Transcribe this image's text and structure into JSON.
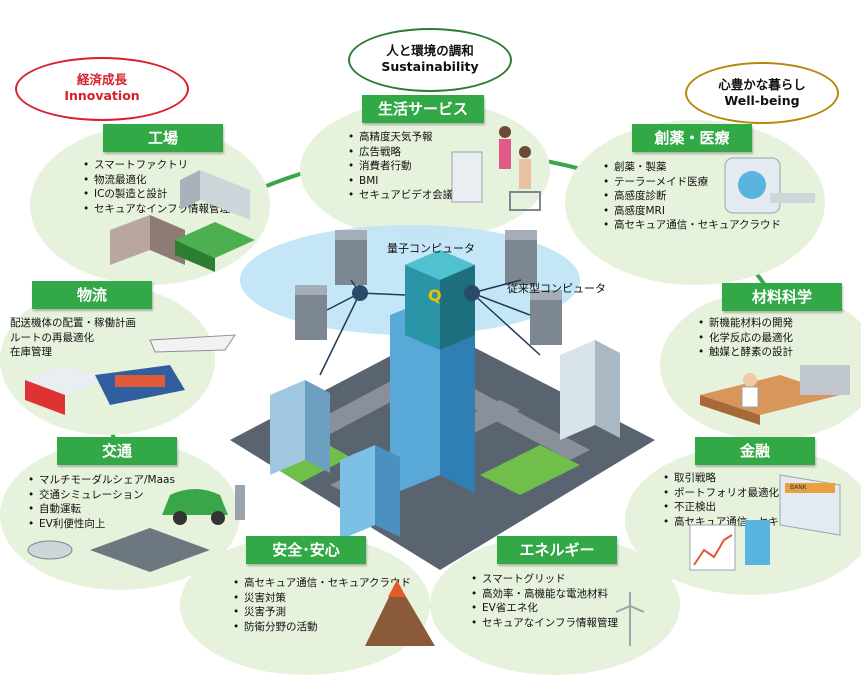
{
  "values": {
    "innovation": {
      "jp": "経済成長",
      "en": "Innovation",
      "color": "#d8202a"
    },
    "sustainability": {
      "jp": "人と環境の調和",
      "en": "Sustainability",
      "color": "#2e7d32"
    },
    "wellbeing": {
      "jp": "心豊かな暮らし",
      "en": "Well-being",
      "color": "#b8860b"
    }
  },
  "center": {
    "quantum_label": "量子コンピュータ",
    "classical_label": "従来型コンピュータ",
    "q_letter": "Q"
  },
  "sections": {
    "factory": {
      "title": "工場",
      "items": [
        "スマートファクトリ",
        "物流最適化",
        "ICの製造と設計",
        "セキュアなインフラ情報管理"
      ]
    },
    "life": {
      "title": "生活サービス",
      "items": [
        "高精度天気予報",
        "広告戦略",
        "消費者行動",
        "BMI",
        "セキュアビデオ会議"
      ]
    },
    "drug": {
      "title": "創薬・医療",
      "items": [
        "創薬・製薬",
        "テーラーメイド医療",
        "高感度診断",
        "高感度MRI",
        "高セキュア通信・セキュアクラウド"
      ]
    },
    "logistics": {
      "title": "物流",
      "items": [
        "配送機体の配置・稼働計画",
        "ルートの再最適化",
        "在庫管理"
      ]
    },
    "materials": {
      "title": "材料科学",
      "items": [
        "新機能材料の開発",
        "化学反応の最適化",
        "触媒と酵素の設計"
      ]
    },
    "traffic": {
      "title": "交通",
      "items": [
        "マルチモーダルシェア/Maas",
        "交通シミュレーション",
        "自動運転",
        "EV利便性向上"
      ]
    },
    "finance": {
      "title": "金融",
      "items": [
        "取引戦略",
        "ポートフォリオ最適化",
        "不正検出",
        "高セキュア通信・セキュアクラウド"
      ]
    },
    "safety": {
      "title": "安全･安心",
      "items": [
        "高セキュア通信・セキュアクラウド",
        "災害対策",
        "災害予測",
        "防衛分野の活動"
      ]
    },
    "energy": {
      "title": "エネルギー",
      "items": [
        "スマートグリッド",
        "高効率・高機能な電池材料",
        "EV省エネ化",
        "セキュアなインフラ情報管理"
      ]
    }
  },
  "icons": {
    "bank_sign": "BANK"
  }
}
